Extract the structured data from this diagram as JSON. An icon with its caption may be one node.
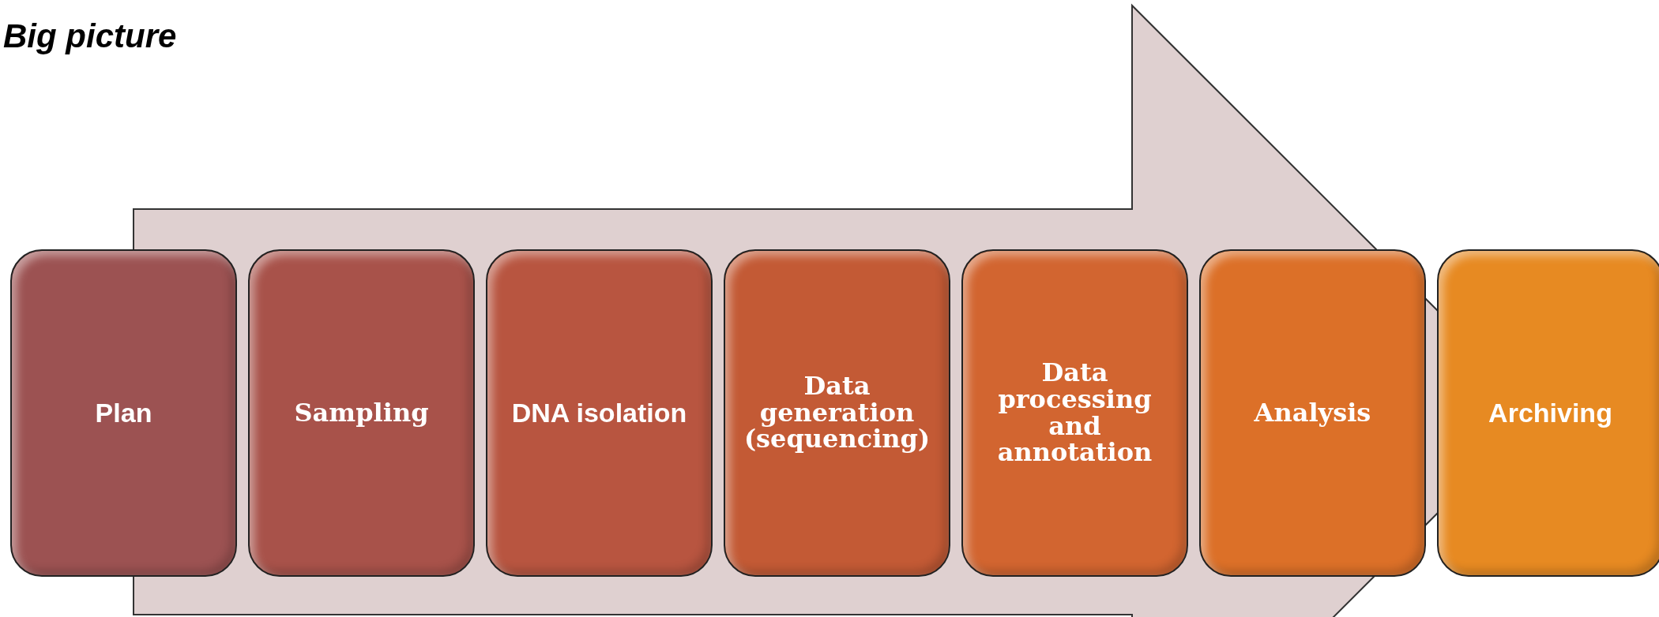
{
  "diagram": {
    "title": "Big picture",
    "nodes": [
      {
        "text": [
          "Plan"
        ]
      },
      {
        "text": [
          "Sampling"
        ]
      },
      {
        "text": [
          "DNA isolation"
        ]
      },
      {
        "text": [
          "Data generation (sequencing)"
        ]
      },
      {
        "text": [
          "Data processing and annotation"
        ]
      },
      {
        "text": [
          "Analysis"
        ]
      },
      {
        "text": [
          "Archiving"
        ]
      }
    ],
    "edges": [
      {
        "from": 0,
        "to": 6,
        "arrow": "to"
      }
    ]
  }
}
